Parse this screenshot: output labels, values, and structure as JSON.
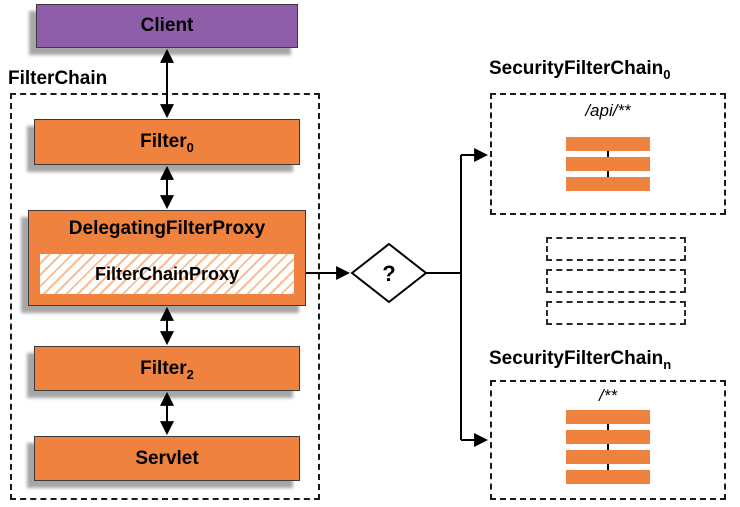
{
  "colors": {
    "orange": "#F0823F",
    "purple": "#8E5FA8"
  },
  "client": {
    "label": "Client"
  },
  "filter_chain": {
    "title": "FilterChain",
    "filter0_base": "Filter",
    "filter0_sub": "0",
    "delegating_label": "DelegatingFilterProxy",
    "filter_chain_proxy_label": "FilterChainProxy",
    "filter2_base": "Filter",
    "filter2_sub": "2",
    "servlet_label": "Servlet"
  },
  "decision": {
    "label": "?"
  },
  "security_chain_0": {
    "title_base": "SecurityFilterChain",
    "title_sub": "0",
    "pattern": "/api/**",
    "bar_count": 3
  },
  "security_chain_n": {
    "title_base": "SecurityFilterChain",
    "title_sub": "n",
    "pattern": "/**",
    "bar_count": 4
  },
  "placeholder_chains": {
    "count": 3
  }
}
